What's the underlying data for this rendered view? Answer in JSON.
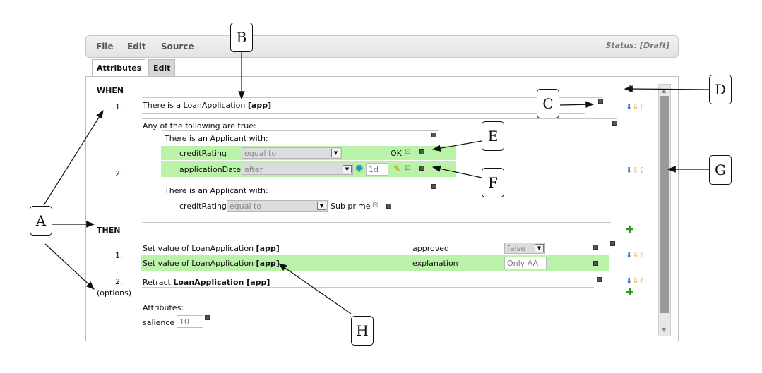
{
  "menu": {
    "file": "File",
    "edit": "Edit",
    "source": "Source",
    "status": "Status: [Draft]"
  },
  "tabs": {
    "attributes": "Attributes",
    "edit": "Edit"
  },
  "when": {
    "label": "WHEN",
    "n1": "1.",
    "n2": "2.",
    "pattern1_prefix": "There is a LoanApplication",
    "pattern1_var": "[app]",
    "any_true": "Any of the following are true:",
    "applicant1": "There is an Applicant with:",
    "row_credit": {
      "field": "creditRating",
      "op": "equal to",
      "value": "OK"
    },
    "row_date": {
      "field": "applicationDate",
      "op": "after",
      "value": "1d"
    },
    "applicant2": "There is an Applicant with:",
    "row_credit2": {
      "field": "creditRating",
      "op": "equal to",
      "value": "Sub prime"
    }
  },
  "then": {
    "label": "THEN",
    "n1": "1.",
    "n2": "2.",
    "options": "(options)",
    "a1": {
      "prefix": "Set value of LoanApplication",
      "var": "[app]",
      "field": "approved",
      "value": "false"
    },
    "a2": {
      "prefix": "Set value of LoanApplication",
      "var": "[app]",
      "field": "explanation",
      "value": "Only AA"
    },
    "a3": {
      "prefix": "Retract",
      "var": "LoanApplication [app]"
    }
  },
  "attributes": {
    "label": "Attributes:",
    "salience_label": "salience",
    "salience_value": "10"
  },
  "callouts": {
    "A": "A",
    "B": "B",
    "C": "C",
    "D": "D",
    "E": "E",
    "F": "F",
    "G": "G",
    "H": "H"
  },
  "icons": [
    "plus-icon",
    "move-down-icon",
    "move-up-icon",
    "insert-icon",
    "remove-icon",
    "calendar-icon",
    "edit-pencil-icon",
    "variable-icon"
  ]
}
